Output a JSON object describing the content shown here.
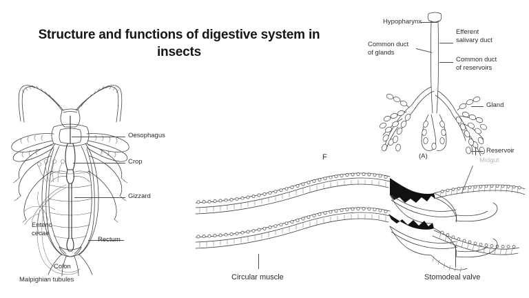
{
  "slide": {
    "background_color": "#ffffff",
    "title": "Structure and functions of digestive system in insects",
    "title_color": "#161616"
  },
  "figures": {
    "insect_alimentary_canal": {
      "name": "Dorsal view of insect (cockroach) with alimentary canal",
      "labels": [
        {
          "id": "oesophagus",
          "text": "Oesophagus"
        },
        {
          "id": "crop",
          "text": "Crop"
        },
        {
          "id": "gizzard",
          "text": "Gizzard"
        },
        {
          "id": "enteric_cecae_line1",
          "text": "Enteric"
        },
        {
          "id": "enteric_cecae_line2",
          "text": "cecae"
        },
        {
          "id": "rectum",
          "text": "Rectum"
        },
        {
          "id": "colon",
          "text": "Colon"
        },
        {
          "id": "malpighian_tubules",
          "text": "Malpighian tubules"
        }
      ]
    },
    "salivary_glands": {
      "name": "Salivary glands and reservoirs",
      "panel_letter": "(A)",
      "labels": [
        {
          "id": "hypopharynx",
          "text": "Hypopharynx"
        },
        {
          "id": "efferent_salivary_duct_line1",
          "text": "Efferent"
        },
        {
          "id": "efferent_salivary_duct_line2",
          "text": "salivary duct"
        },
        {
          "id": "common_duct_glands_line1",
          "text": "Common duct"
        },
        {
          "id": "common_duct_glands_line2",
          "text": "of glands"
        },
        {
          "id": "common_duct_reservoirs_line1",
          "text": "Common duct"
        },
        {
          "id": "common_duct_reservoirs_line2",
          "text": "of reservoirs"
        },
        {
          "id": "gland",
          "text": "Gland"
        },
        {
          "id": "reservoir",
          "text": "Reservoir"
        }
      ]
    },
    "stomodeal_valve": {
      "name": "Longitudinal section of stomodeal valve / proventriculus",
      "panel_letter": "F",
      "labels": [
        {
          "id": "midgut",
          "text": "Midgut"
        },
        {
          "id": "circular_muscle",
          "text": "Circular muscle"
        },
        {
          "id": "stomodeal_valve",
          "text": "Stomodeal valve"
        }
      ]
    }
  }
}
